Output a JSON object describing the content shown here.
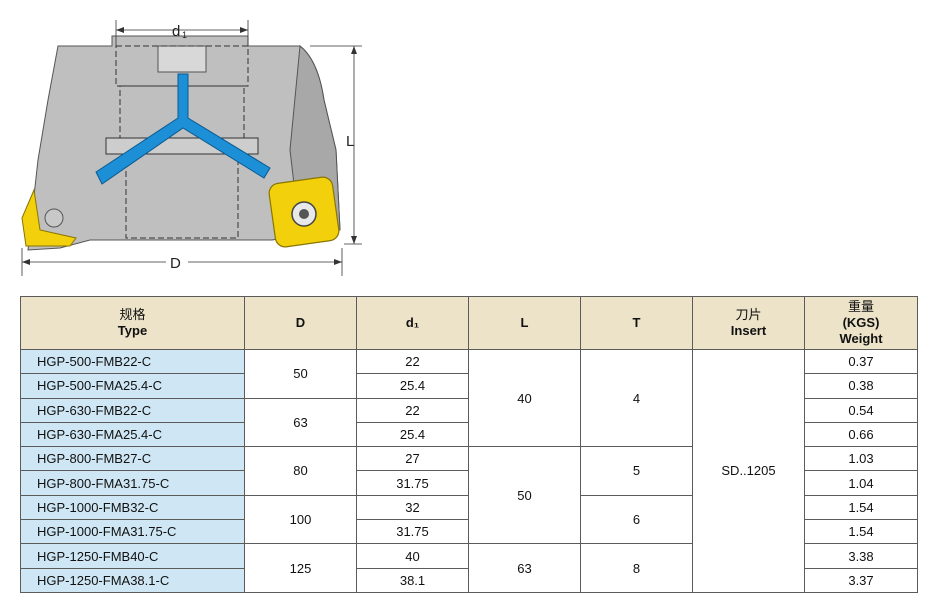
{
  "drawing": {
    "labels": {
      "d1": "d",
      "d1_sub": "1",
      "L": "L",
      "D": "D"
    }
  },
  "table": {
    "headers": [
      {
        "cn": "规格",
        "en": "Type"
      },
      {
        "cn": "",
        "en": "D"
      },
      {
        "cn": "",
        "en": "d₁"
      },
      {
        "cn": "",
        "en": "L"
      },
      {
        "cn": "",
        "en": "T"
      },
      {
        "cn": "刀片",
        "en": "Insert"
      },
      {
        "cn": "重量",
        "en": "(KGS)",
        "en2": "Weight"
      }
    ],
    "rows": [
      {
        "type": "HGP-500-FMB22-C",
        "d1": "22",
        "weight": "0.37"
      },
      {
        "type": "HGP-500-FMA25.4-C",
        "d1": "25.4",
        "weight": "0.38"
      },
      {
        "type": "HGP-630-FMB22-C",
        "d1": "22",
        "weight": "0.54"
      },
      {
        "type": "HGP-630-FMA25.4-C",
        "d1": "25.4",
        "weight": "0.66"
      },
      {
        "type": "HGP-800-FMB27-C",
        "d1": "27",
        "weight": "1.03"
      },
      {
        "type": "HGP-800-FMA31.75-C",
        "d1": "31.75",
        "weight": "1.04"
      },
      {
        "type": "HGP-1000-FMB32-C",
        "d1": "32",
        "weight": "1.54"
      },
      {
        "type": "HGP-1000-FMA31.75-C",
        "d1": "31.75",
        "weight": "1.54"
      },
      {
        "type": "HGP-1250-FMB40-C",
        "d1": "40",
        "weight": "3.38"
      },
      {
        "type": "HGP-1250-FMA38.1-C",
        "d1": "38.1",
        "weight": "3.37"
      }
    ],
    "D_groups": [
      "50",
      "63",
      "80",
      "100",
      "125"
    ],
    "L_groups": [
      "40",
      "50",
      "63"
    ],
    "T_groups": [
      "4",
      "5",
      "6",
      "8"
    ],
    "insert": "SD..1205"
  },
  "colors": {
    "header_bg": "#ece3c9",
    "type_bg": "#cfe7f5",
    "coolant_blue": "#1d8fd6",
    "insert_yellow": "#f2d10c"
  }
}
